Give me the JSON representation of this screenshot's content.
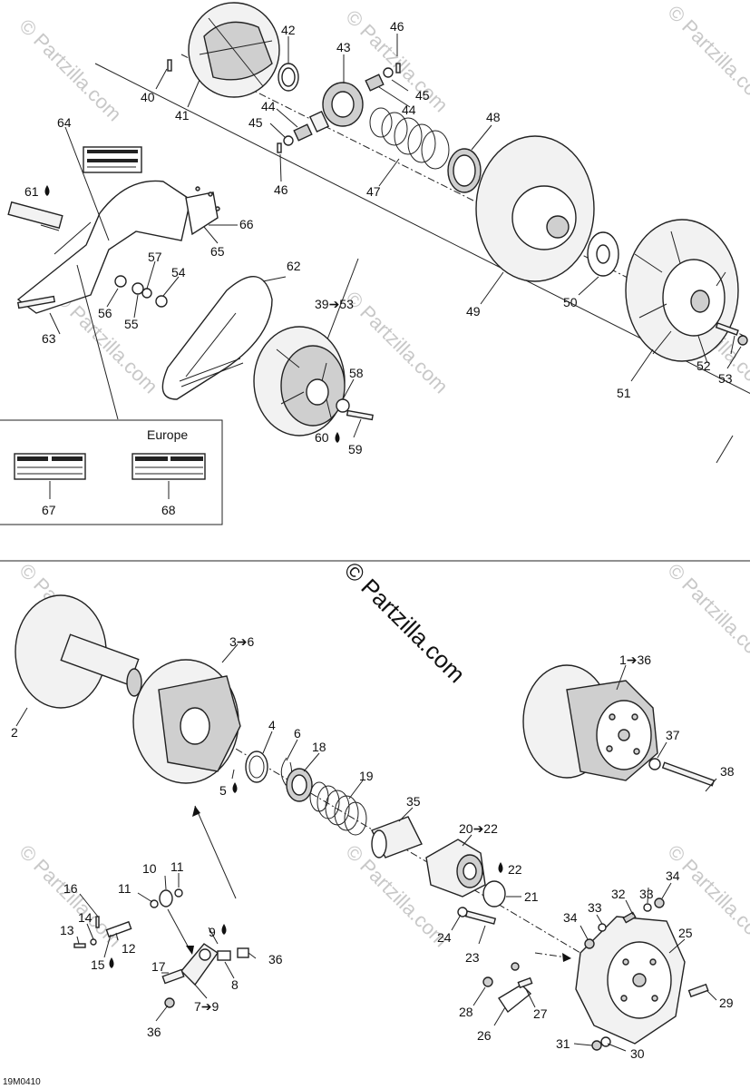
{
  "labels": {
    "p40": "40",
    "p41": "41",
    "p42": "42",
    "p43": "43",
    "p44a": "44",
    "p44b": "44",
    "p45a": "45",
    "p45b": "45",
    "p46a": "46",
    "p46b": "46",
    "p47": "47",
    "p48": "48",
    "p49": "49",
    "p50": "50",
    "p51": "51",
    "p52": "52",
    "p53": "53",
    "p39_53": "39➔53",
    "p54": "54",
    "p55": "55",
    "p56": "56",
    "p57": "57",
    "p58": "58",
    "p59": "59",
    "p60": "60",
    "p61": "61",
    "p62": "62",
    "p63": "63",
    "p64": "64",
    "p65": "65",
    "p66": "66",
    "p67": "67",
    "p68": "68",
    "p1_36": "1➔36",
    "p2": "2",
    "p3_6": "3➔6",
    "p4": "4",
    "p5": "5",
    "p6": "6",
    "p7_9": "7➔9",
    "p8": "8",
    "p9": "9",
    "p10": "10",
    "p11a": "11",
    "p11b": "11",
    "p12": "12",
    "p13": "13",
    "p14": "14",
    "p15": "15",
    "p16": "16",
    "p17": "17",
    "p18": "18",
    "p19": "19",
    "p20_22": "20➔22",
    "p21": "21",
    "p22": "22",
    "p23": "23",
    "p24": "24",
    "p25": "25",
    "p26": "26",
    "p27": "27",
    "p28": "28",
    "p29": "29",
    "p30": "30",
    "p31": "31",
    "p32": "32",
    "p33a": "33",
    "p33b": "33",
    "p34a": "34",
    "p34b": "34",
    "p35": "35",
    "p36a": "36",
    "p36b": "36",
    "p37": "37",
    "p38": "38"
  },
  "inset": {
    "region_label": "Europe"
  },
  "watermark": {
    "text": "© Partzilla.com",
    "small": "© Partzilla.com"
  },
  "figure_code": "19M0410",
  "icons": {
    "lubricant": "oil-drop-icon"
  }
}
